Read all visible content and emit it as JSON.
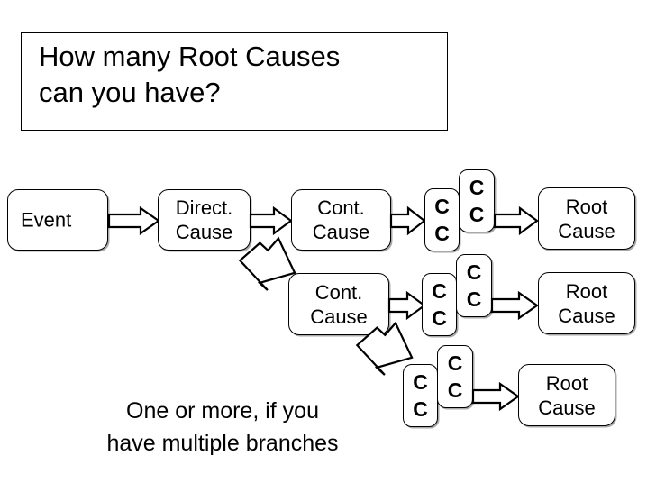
{
  "slide": {
    "title": "How many Root Causes\ncan you have?",
    "caption": "One or more, if you\nhave multiple branches",
    "background_color": "#ffffff",
    "line_color": "#000000",
    "shadow_color": "#a9a9a9"
  },
  "diagram": {
    "type": "root-cause-flow-chart",
    "rows": [
      {
        "id": "row-1",
        "nodes": [
          {
            "id": "event",
            "label": "Event"
          },
          {
            "id": "direct-cause",
            "label": "Direct.\nCause"
          },
          {
            "id": "cont-cause-1",
            "label": "Cont.\nCause"
          },
          {
            "id": "c-box-1a",
            "label": "C\nC"
          },
          {
            "id": "c-box-1b",
            "label": "C\nC"
          },
          {
            "id": "root-cause-1",
            "label": "Root\nCause"
          }
        ]
      },
      {
        "id": "row-2",
        "nodes": [
          {
            "id": "cont-cause-2",
            "label": "Cont.\nCause"
          },
          {
            "id": "c-box-2a",
            "label": "C\nC"
          },
          {
            "id": "c-box-2b",
            "label": "C\nC"
          },
          {
            "id": "root-cause-2",
            "label": "Root\nCause"
          }
        ]
      },
      {
        "id": "row-3",
        "nodes": [
          {
            "id": "c-box-3a",
            "label": "C\nC"
          },
          {
            "id": "c-box-3b",
            "label": "C\nC"
          },
          {
            "id": "root-cause-3",
            "label": "Root\nCause"
          }
        ]
      }
    ],
    "connectors": [
      {
        "id": "arrow-event-to-direct",
        "direction": "right"
      },
      {
        "id": "arrow-direct-to-cont1",
        "direction": "right"
      },
      {
        "id": "arrow-direct-to-cont2",
        "direction": "down-right"
      },
      {
        "id": "arrow-cont1-to-c1",
        "direction": "right"
      },
      {
        "id": "arrow-c1-to-root1",
        "direction": "right"
      },
      {
        "id": "arrow-cont2-to-c2",
        "direction": "right"
      },
      {
        "id": "arrow-cont2-to-c3",
        "direction": "down-right"
      },
      {
        "id": "arrow-c2-to-root2",
        "direction": "right"
      },
      {
        "id": "arrow-c3-to-root3",
        "direction": "right"
      }
    ]
  }
}
